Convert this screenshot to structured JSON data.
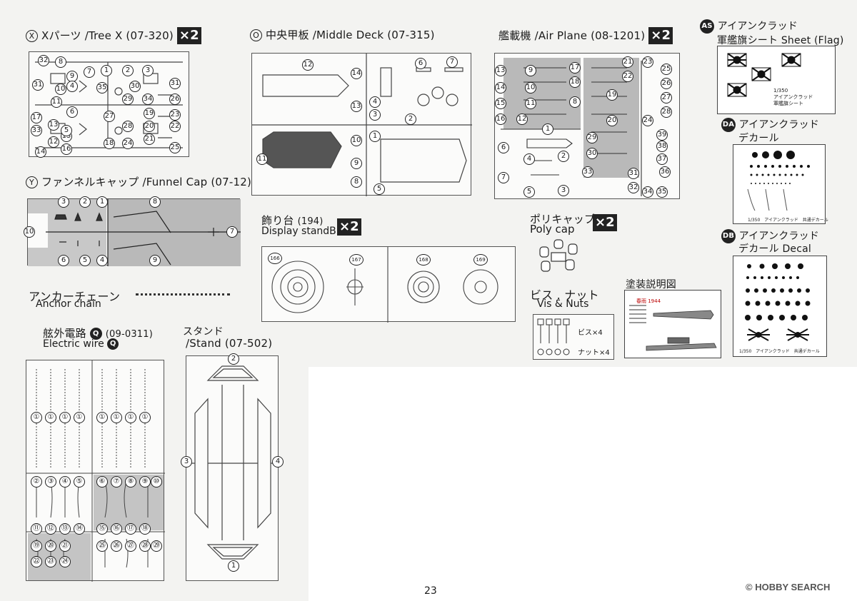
{
  "tree_x": {
    "letter": "X",
    "title": "Xパーツ /Tree X (07-320)",
    "qty": "×2"
  },
  "middle_deck": {
    "letter": "O",
    "title": "中央甲板 /Middle Deck (07-315)"
  },
  "air_plane": {
    "title": "艦載機 /Air Plane (08-1201)",
    "qty": "×2"
  },
  "funnel_cap": {
    "letter": "Y",
    "title": "ファンネルキャップ /Funnel Cap (07-12)"
  },
  "display_stand": {
    "title": "飾り台",
    "code": "(194)",
    "subtitle": "Display standB",
    "qty": "×2",
    "parts": [
      "166",
      "167",
      "168",
      "169"
    ]
  },
  "poly_cap": {
    "title": "ポリキャップ",
    "subtitle": "Poly cap",
    "qty": "×2"
  },
  "anchor_chain": {
    "title": "アンカーチェーン",
    "subtitle": "Anchor chain"
  },
  "vis_nuts": {
    "title": "ビス . ナット",
    "subtitle": "Vis & Nuts",
    "screw_qty": "ビス×4",
    "nut_qty": "ナット×4"
  },
  "painting": {
    "title": "塗装説明図",
    "ship_name": "春雨 1944"
  },
  "electric_wire": {
    "title": "舷外電路",
    "letter": "Q",
    "code": "(09-0311)",
    "subtitle": "Electric wire"
  },
  "stand": {
    "title": "スタンド",
    "subtitle": "/Stand (07-502)"
  },
  "flag_sheet": {
    "badge": "AS",
    "title_line1": "アイアンクラッド",
    "title_line2": "軍艦旗シート Sheet (Flag)",
    "note_scale": "1/350",
    "note_line1": "アイアンクラッド",
    "note_line2": "軍艦旗シート"
  },
  "decal_da": {
    "badge": "DA",
    "title_line1": "アイアンクラッド",
    "title_line2": "デカール",
    "caption": "1/350　アイアンクラッド　共通デカール"
  },
  "decal_db": {
    "badge": "DB",
    "title_line1": "アイアンクラッド",
    "title_line2": "デカール Decal",
    "caption": "1/350　アイアンクラッド　共通デカール"
  },
  "page_number": "23",
  "watermark": {
    "text": "HOBBY SEARCH",
    "logo_text": "©"
  },
  "tree_x_labels": [
    "32",
    "8",
    "9",
    "4",
    "31",
    "10",
    "11",
    "7",
    "1",
    "2",
    "3",
    "35",
    "30",
    "29",
    "34",
    "31",
    "26",
    "23",
    "22",
    "25",
    "17",
    "33",
    "12",
    "13",
    "15",
    "16",
    "14",
    "6",
    "5",
    "19",
    "20",
    "27",
    "28",
    "21",
    "18",
    "24"
  ],
  "middle_deck_labels": [
    "12",
    "14",
    "13",
    "4",
    "3",
    "6",
    "7",
    "2",
    "10",
    "9",
    "8",
    "11",
    "1",
    "5"
  ],
  "air_plane_labels": [
    "13",
    "14",
    "15",
    "16",
    "9",
    "10",
    "11",
    "12",
    "17",
    "18",
    "21",
    "22",
    "23",
    "26",
    "25",
    "27",
    "28",
    "24",
    "19",
    "20",
    "8",
    "6",
    "7",
    "4",
    "5",
    "1",
    "2",
    "3",
    "29",
    "30",
    "31",
    "32",
    "33",
    "34",
    "35",
    "36",
    "37",
    "38",
    "39"
  ],
  "funnel_labels": [
    "3",
    "2",
    "1",
    "8",
    "10",
    "7",
    "6",
    "5",
    "4",
    "9"
  ],
  "stand_labels": [
    "2",
    "3",
    "4",
    "1"
  ],
  "wire_labels": [
    "①",
    "①",
    "①",
    "①",
    "①",
    "①",
    "①",
    "①",
    "②",
    "③",
    "④",
    "⑤",
    "⑥",
    "⑦",
    "⑧",
    "⑨",
    "⑩",
    "⑪",
    "⑫",
    "⑬",
    "⑭",
    "⑮",
    "⑯",
    "⑰",
    "⑱",
    "⑲",
    "⑳",
    "㉑",
    "㉒",
    "㉓",
    "㉔",
    "㉕",
    "㉖",
    "㉗",
    "㉘",
    "㉙"
  ]
}
